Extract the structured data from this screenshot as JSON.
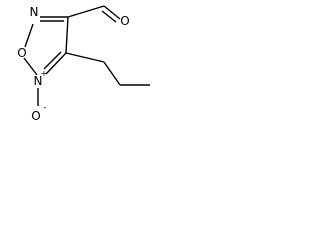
{
  "molecule": {
    "atoms": {
      "ring_n_top": {
        "symbol": "N"
      },
      "ring_o": {
        "symbol": "O"
      },
      "ring_n_oxide": {
        "symbol": "N",
        "charge": "+"
      },
      "oxide_o": {
        "symbol": "O",
        "charge": "-"
      },
      "aldehyde_o": {
        "symbol": "O"
      }
    }
  },
  "colors": {
    "bond": "#000000",
    "text": "#000000",
    "background": "#ffffff"
  }
}
